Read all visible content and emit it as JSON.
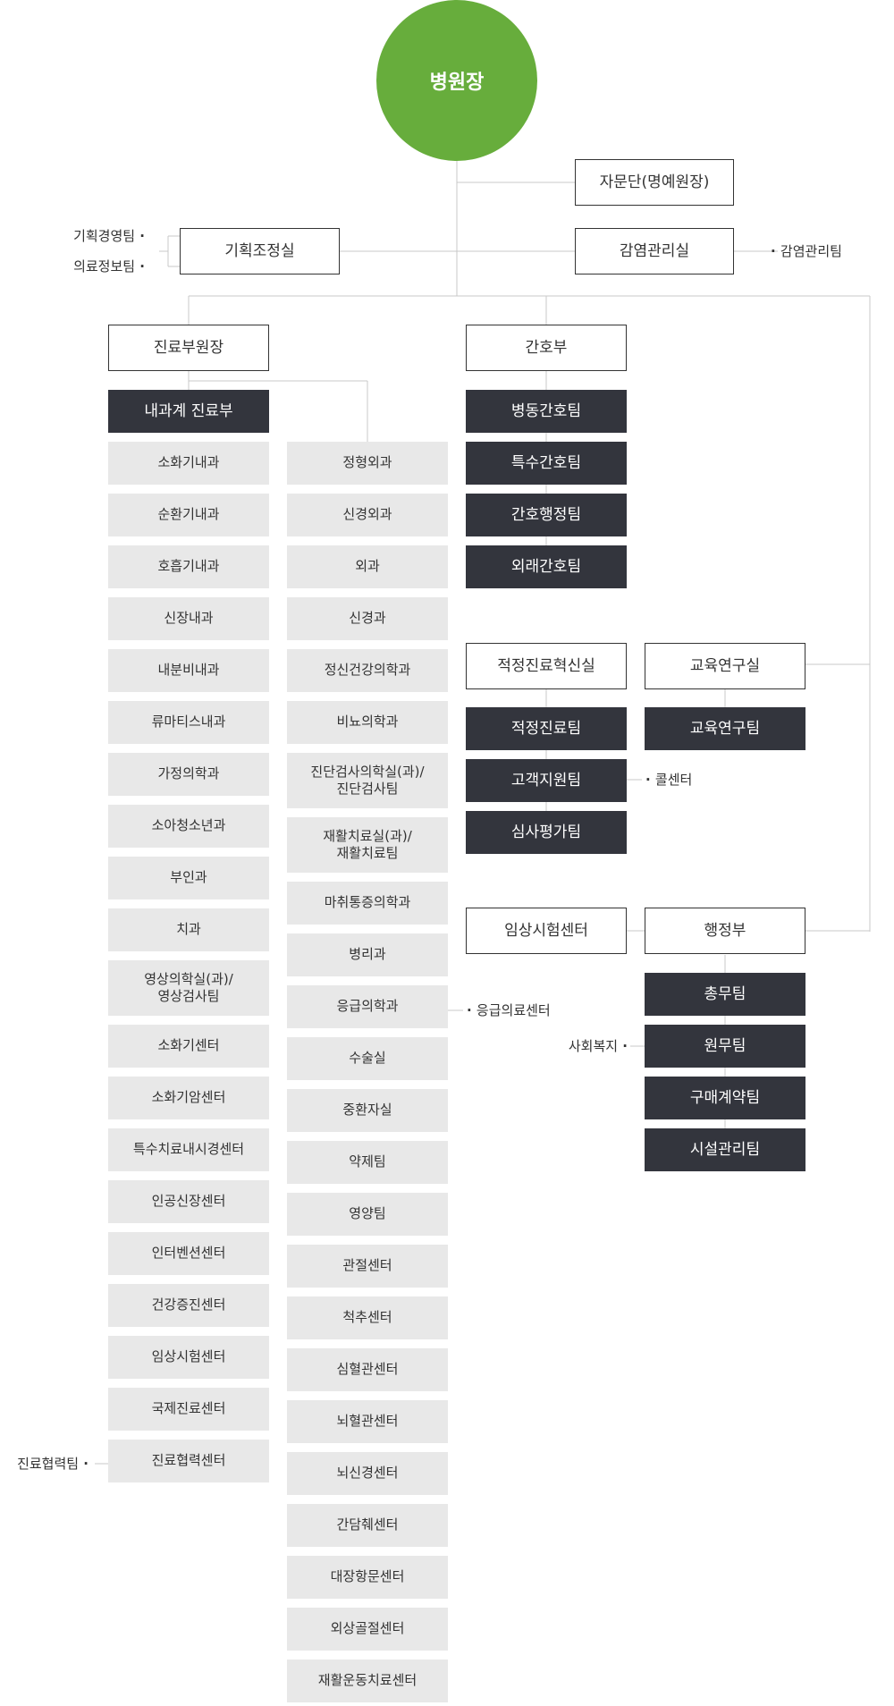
{
  "root": "병원장",
  "advisory": "자문단(명예원장)",
  "planning": "기획조정실",
  "planning_teams": [
    "기획경영팀",
    "의료정보팀"
  ],
  "infection": "감염관리실",
  "infection_team": "감염관리팀",
  "medical_vp": "진료부원장",
  "internal_div": "내과계 진료부",
  "col1": [
    "소화기내과",
    "순환기내과",
    "호흡기내과",
    "신장내과",
    "내분비내과",
    "류마티스내과",
    "가정의학과",
    "소아청소년과",
    "부인과",
    "치과",
    "영상의학실(과)/\n영상검사팀",
    "소화기센터",
    "소화기암센터",
    "특수치료내시경센터",
    "인공신장센터",
    "인터벤션센터",
    "건강증진센터",
    "임상시험센터",
    "국제진료센터",
    "진료협력센터"
  ],
  "col1_side": "진료협력팀",
  "col2": [
    "정형외과",
    "신경외과",
    "외과",
    "신경과",
    "정신건강의학과",
    "비뇨의학과",
    "진단검사의학실(과)/\n진단검사팀",
    "재활치료실(과)/\n재활치료팀",
    "마취통증의학과",
    "병리과",
    "응급의학과",
    "수술실",
    "중환자실",
    "약제팀",
    "영양팀",
    "관절센터",
    "척추센터",
    "심혈관센터",
    "뇌혈관센터",
    "뇌신경센터",
    "간담췌센터",
    "대장항문센터",
    "외상골절센터",
    "재활운동치료센터"
  ],
  "col2_side": "응급의료센터",
  "nursing": "간호부",
  "nursing_teams": [
    "병동간호팀",
    "특수간호팀",
    "간호행정팀",
    "외래간호팀"
  ],
  "innovation": "적정진료혁신실",
  "innovation_teams": [
    "적정진료팀",
    "고객지원팀",
    "심사평가팀"
  ],
  "innovation_side": "콜센터",
  "education": "교육연구실",
  "education_team": "교육연구팀",
  "clinical_trial": "임상시험센터",
  "admin": "행정부",
  "admin_teams": [
    "총무팀",
    "원무팀",
    "구매계약팀",
    "시설관리팀"
  ],
  "admin_side": "사회복지"
}
